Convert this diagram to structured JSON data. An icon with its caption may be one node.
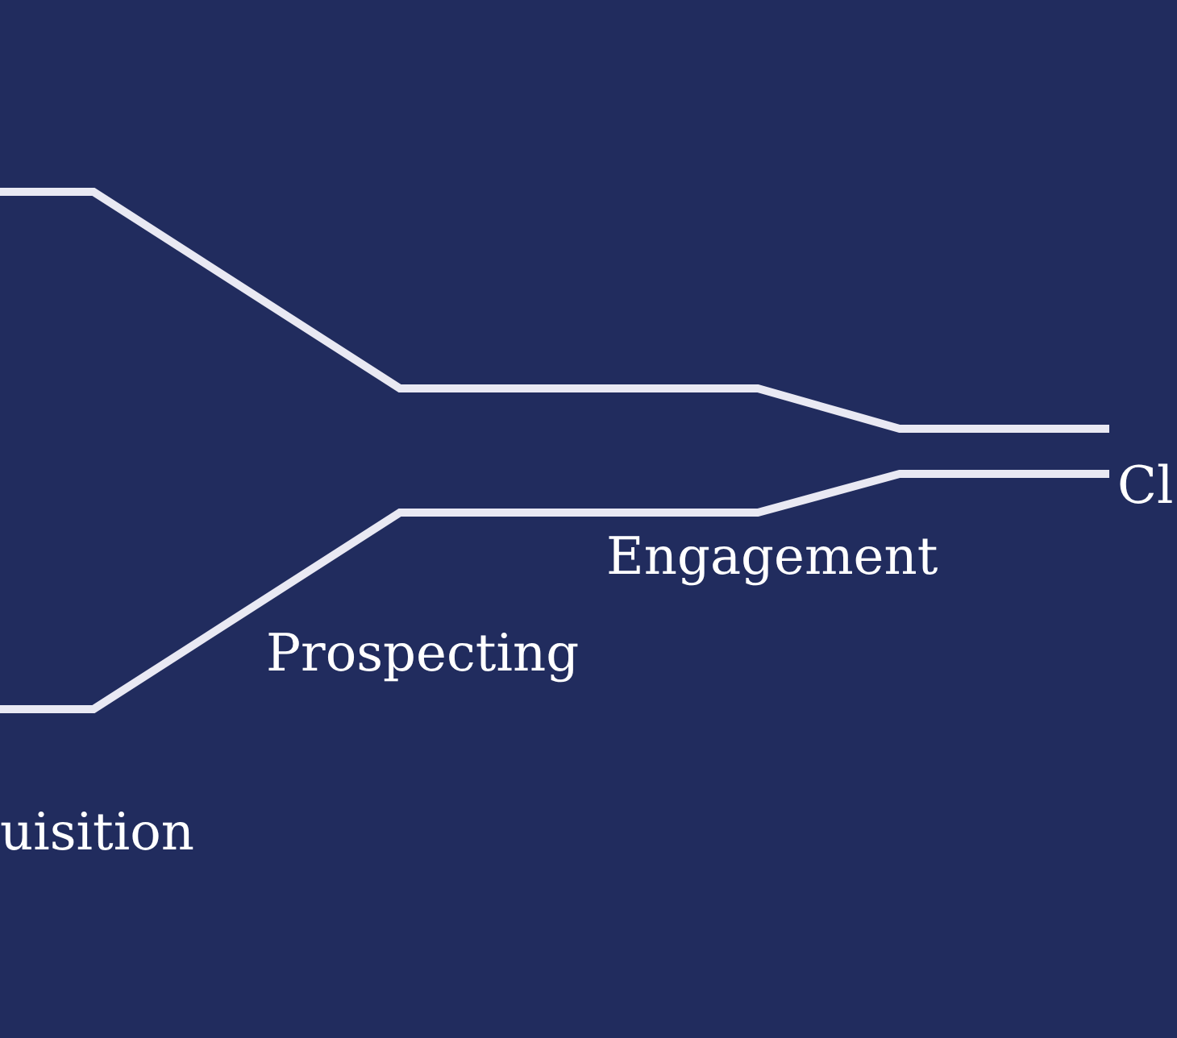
{
  "diagram": {
    "labels": [
      "Cl",
      "Engagement",
      "Prospecting",
      "uisition"
    ]
  }
}
